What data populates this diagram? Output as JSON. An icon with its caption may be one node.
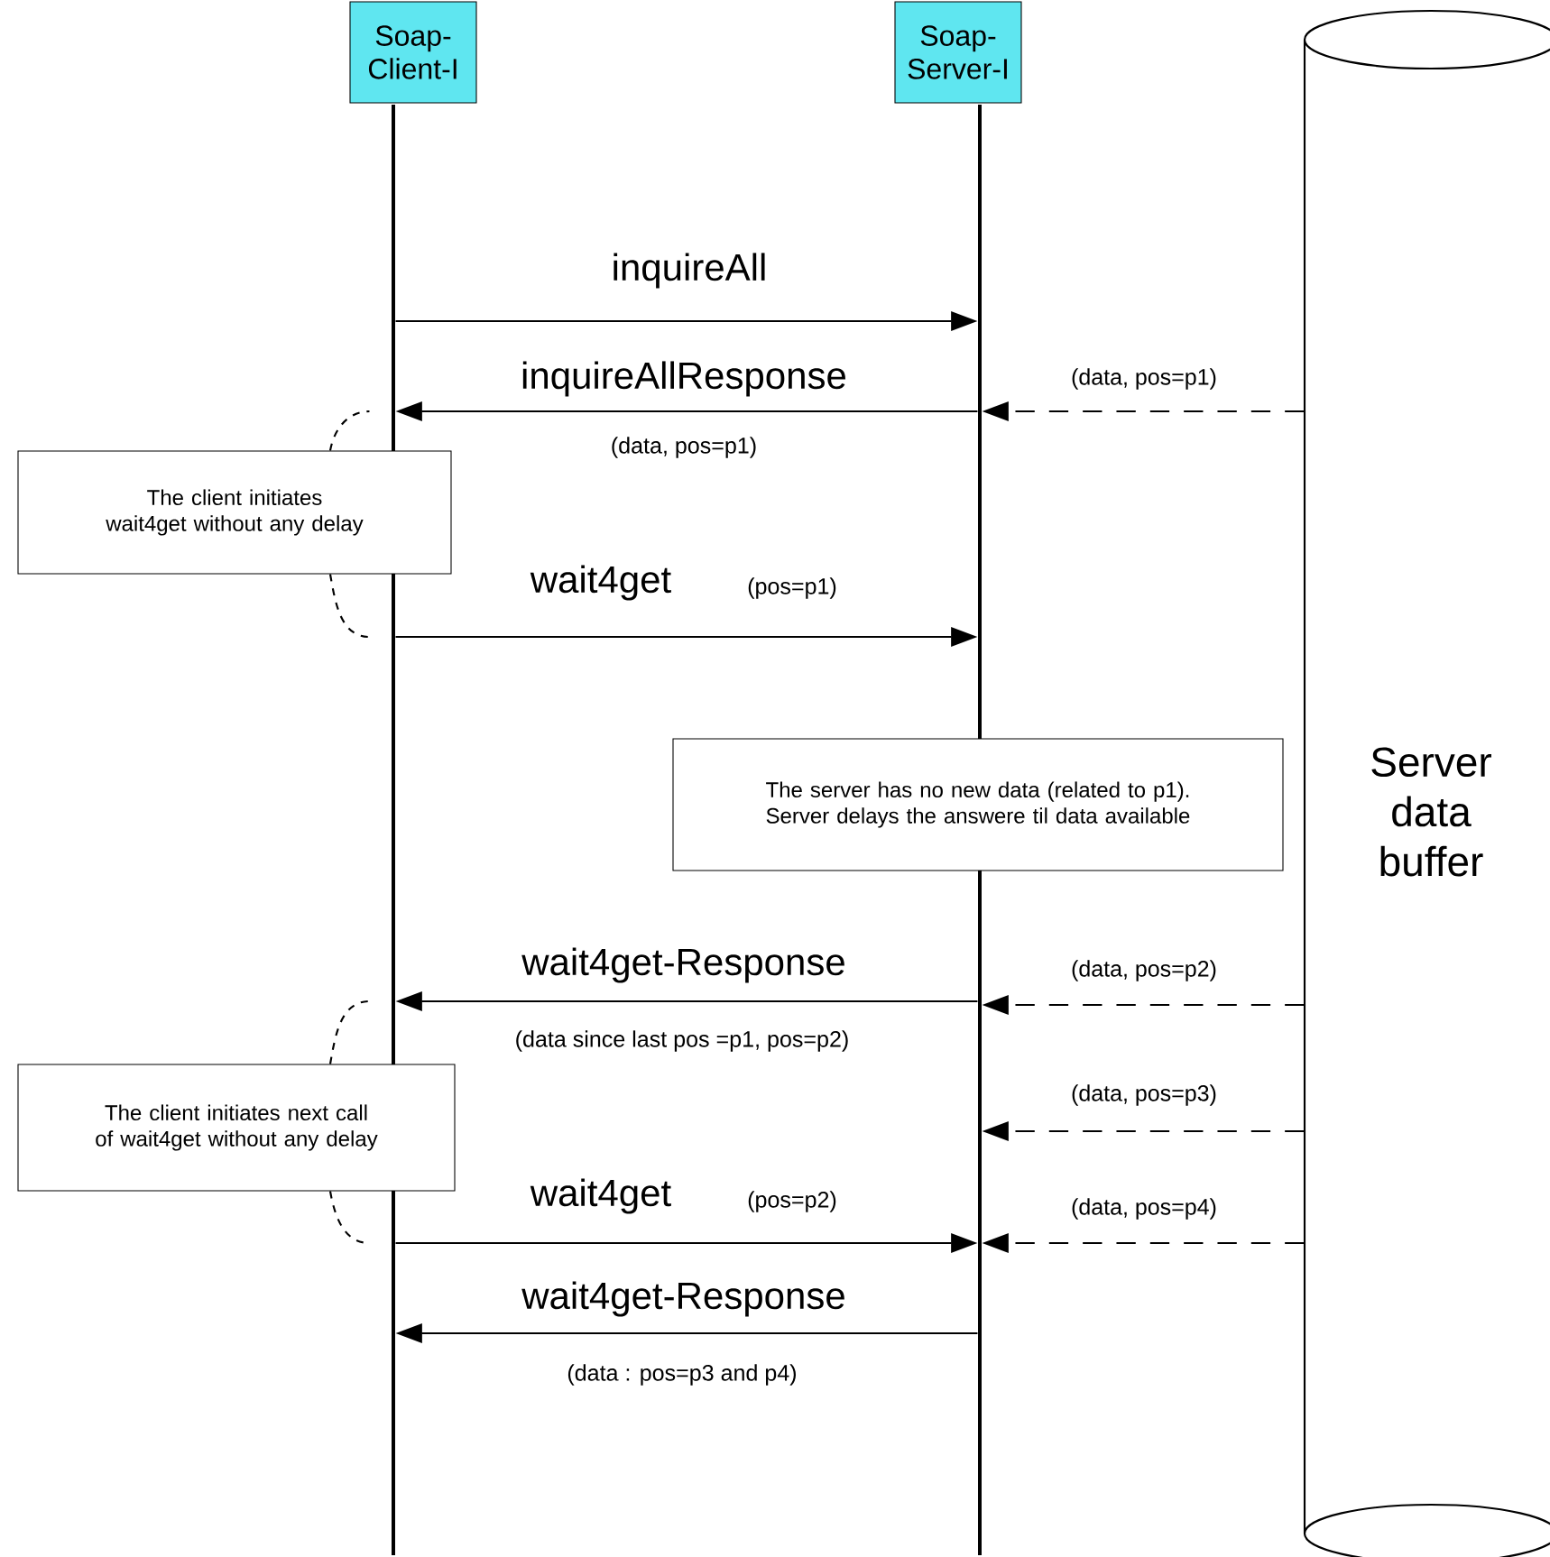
{
  "diagram": {
    "nodes": [
      {
        "text": [
          "Soap-Client-I"
        ]
      },
      {
        "text": [
          "Soap-Server-I"
        ]
      },
      {
        "text": [
          "Server data buffer"
        ]
      },
      {
        "text": [],
        "shape": "bar"
      },
      {
        "text": [],
        "shape": "bar"
      },
      {
        "text": [
          "The client initiates wait4get without any delay"
        ]
      },
      {
        "text": [
          "The server has no new data (related to p1). Server delays the answere til data available"
        ]
      },
      {
        "text": [
          "The client initiates next call of wait4get without any delay"
        ]
      }
    ],
    "edges": [
      {
        "from": 3,
        "to": 4,
        "arrow": "to",
        "label": "inquireAll"
      },
      {
        "from": 4,
        "to": 3,
        "arrow": "to",
        "label": "inquireAllResponse"
      },
      {
        "from": 2,
        "to": 4,
        "arrow": "to",
        "label": "(data, pos=p1)",
        "style": "dashed"
      },
      {
        "from": 5,
        "to": 3,
        "arrow": "none",
        "style": "dashed"
      },
      {
        "from": 5,
        "to": 3,
        "arrow": "none",
        "style": "dashed"
      },
      {
        "from": 3,
        "to": 4,
        "arrow": "to",
        "label": "wait4get"
      },
      {
        "from": 4,
        "to": 3,
        "arrow": "to",
        "label": "wait4get-Response"
      },
      {
        "from": 2,
        "to": 4,
        "arrow": "to",
        "label": "(data, pos=p2)",
        "style": "dashed"
      },
      {
        "from": 7,
        "to": 3,
        "arrow": "none",
        "style": "dashed"
      },
      {
        "from": 7,
        "to": 3,
        "arrow": "none",
        "style": "dashed"
      },
      {
        "from": 2,
        "to": 4,
        "arrow": "to",
        "label": "(data, pos=p3)",
        "style": "dashed"
      },
      {
        "from": 3,
        "to": 4,
        "arrow": "to",
        "label": "wait4get"
      },
      {
        "from": 2,
        "to": 4,
        "arrow": "to",
        "label": "(data, pos=p4)",
        "style": "dashed"
      },
      {
        "from": 4,
        "to": 3,
        "arrow": "to",
        "label": "wait4get-Response"
      }
    ],
    "labels": [
      "(data, pos=p1)",
      "(pos=p1)",
      "(data since last pos =p1, pos=p2)",
      "(pos=p2)",
      "(data : pos=p3 and p4)"
    ]
  }
}
